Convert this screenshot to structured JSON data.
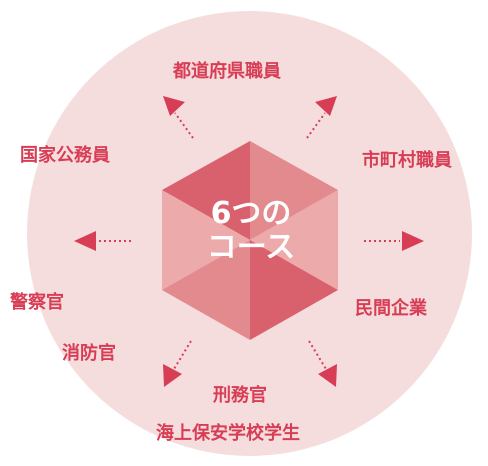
{
  "center": {
    "line1": "6つの",
    "line2": "コース"
  },
  "courses": {
    "top": "都道府県職員",
    "left": "国家公務員",
    "right": "市町村職員",
    "police": "警察官",
    "fire": "消防官",
    "private": "民間企業",
    "prison": "刑務官",
    "coast_guard": "海上保安学校学生"
  },
  "colors": {
    "circle": "#f6dddd",
    "accent": "#d83d56",
    "hex_dark": "#d9616d",
    "hex_mid": "#e38a8e",
    "hex_light": "#ecaaaa",
    "text_center": "#ffffff"
  }
}
